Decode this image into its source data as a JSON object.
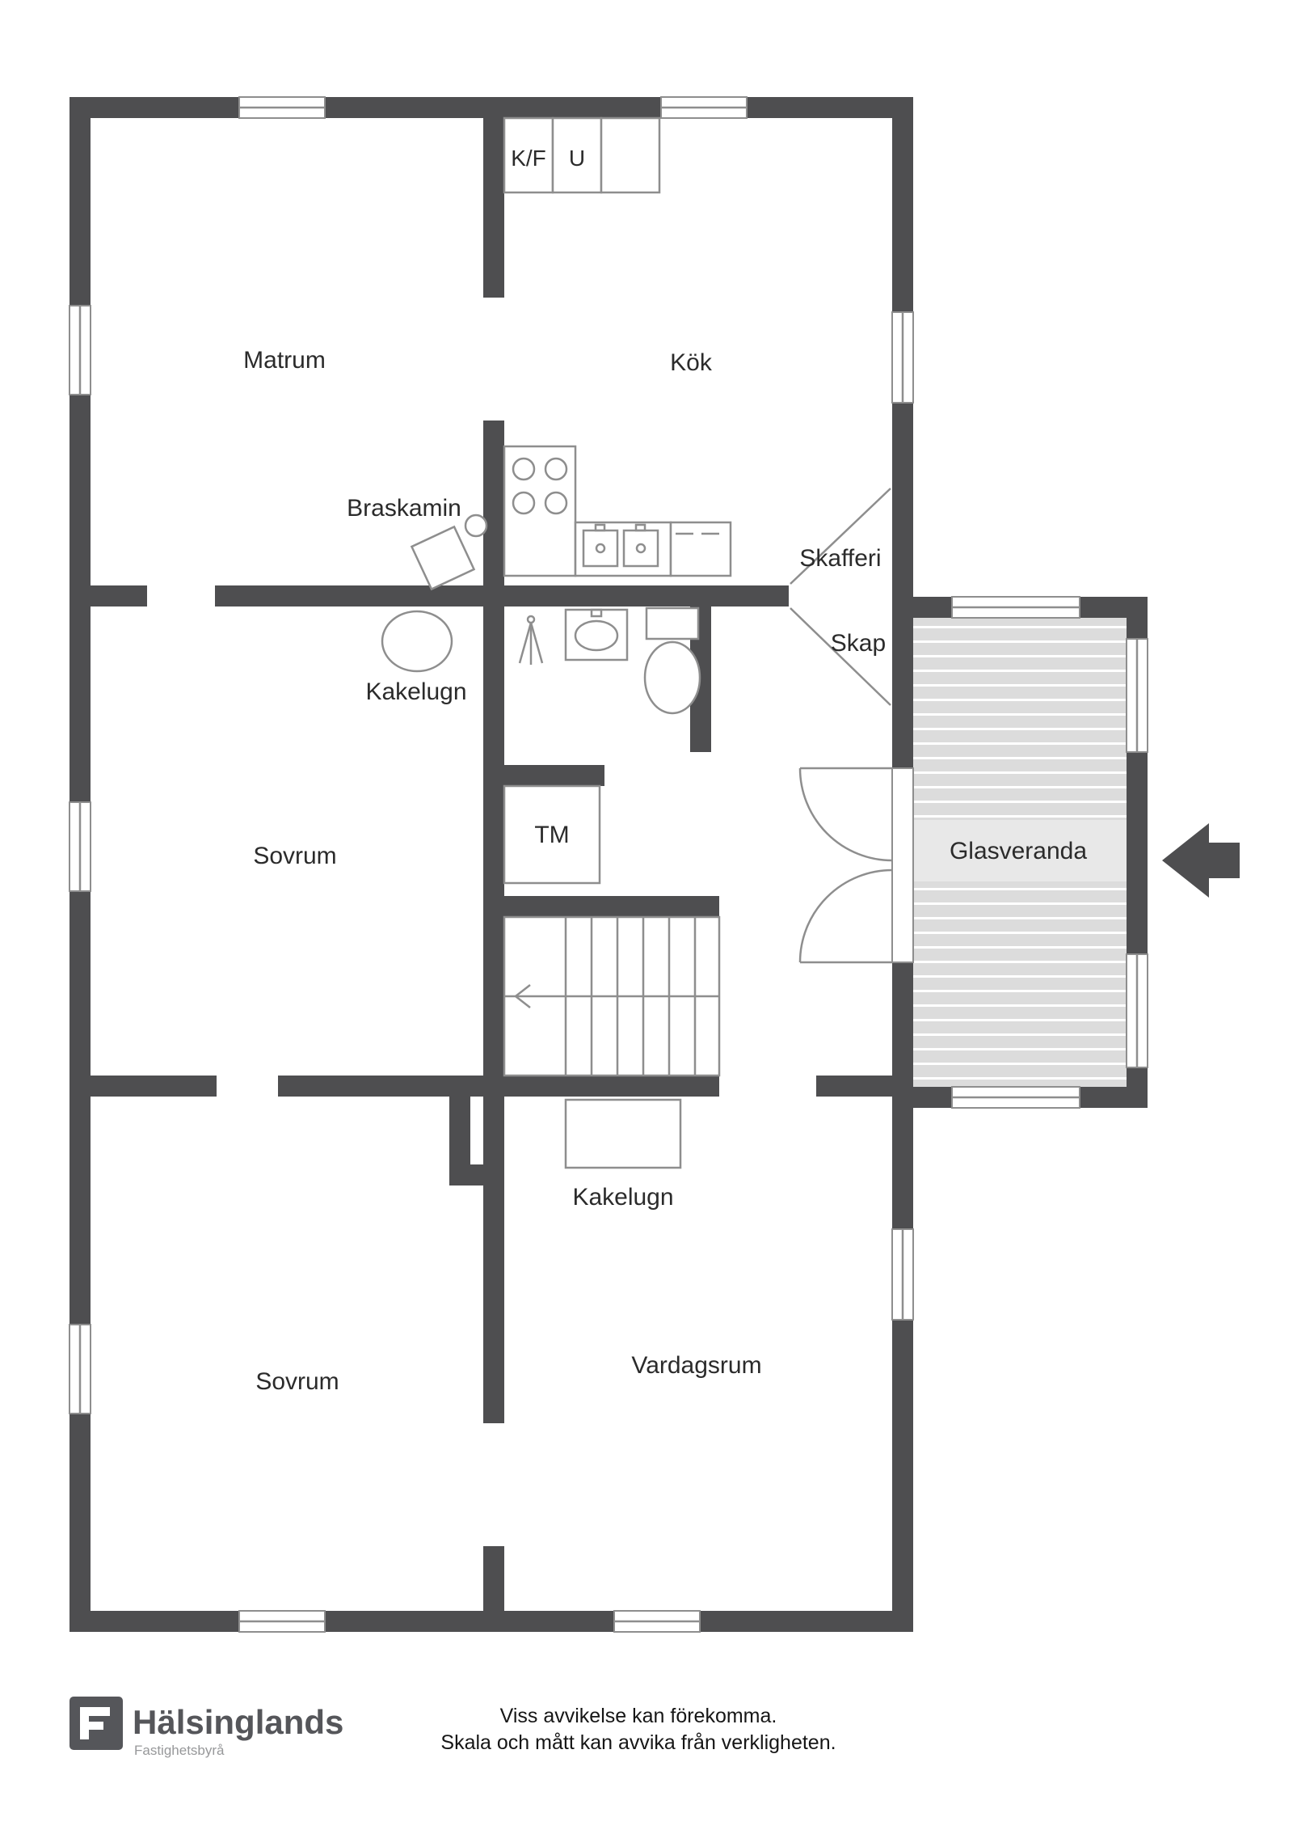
{
  "rooms": {
    "matrum": "Matrum",
    "kok": "Kök",
    "kf": "K/F",
    "u": "U",
    "braskamin": "Braskamin",
    "skafferi": "Skafferi",
    "skap": "Skap",
    "kakelugn_mid": "Kakelugn",
    "sovrum_mid": "Sovrum",
    "tm": "TM",
    "glasveranda": "Glasveranda",
    "kakelugn_bottom": "Kakelugn",
    "sovrum_bottom": "Sovrum",
    "vardagsrum": "Vardagsrum"
  },
  "footer": {
    "brand": "Hälsinglands",
    "brand_sub": "Fastighetsbyrå",
    "disclaimer_line1": "Viss avvikelse kan förekomma.",
    "disclaimer_line2": "Skala och mått kan avvika från verkligheten."
  },
  "icons": {
    "entrance_arrow": "left-solid-arrow",
    "stove": "four-burner-cooktop",
    "sink": "double-basin-sink",
    "dishwasher": "counter-dashes",
    "toilet": "toilet",
    "washbasin": "washbasin",
    "floor_drain": "drain-whisk",
    "stair_direction": "left-chevron",
    "wood_stove": "tilted-square-stove",
    "tiled_stove": "oval-stove"
  },
  "colors": {
    "wall": "#4e4e50",
    "line": "#8e8e8e",
    "text": "#2b2b2b",
    "veranda": "#dcdcdc",
    "veranda_band": "#e8e8e8",
    "brand": "#55565a",
    "muted": "#97989a",
    "disclaimer": "#161616"
  }
}
